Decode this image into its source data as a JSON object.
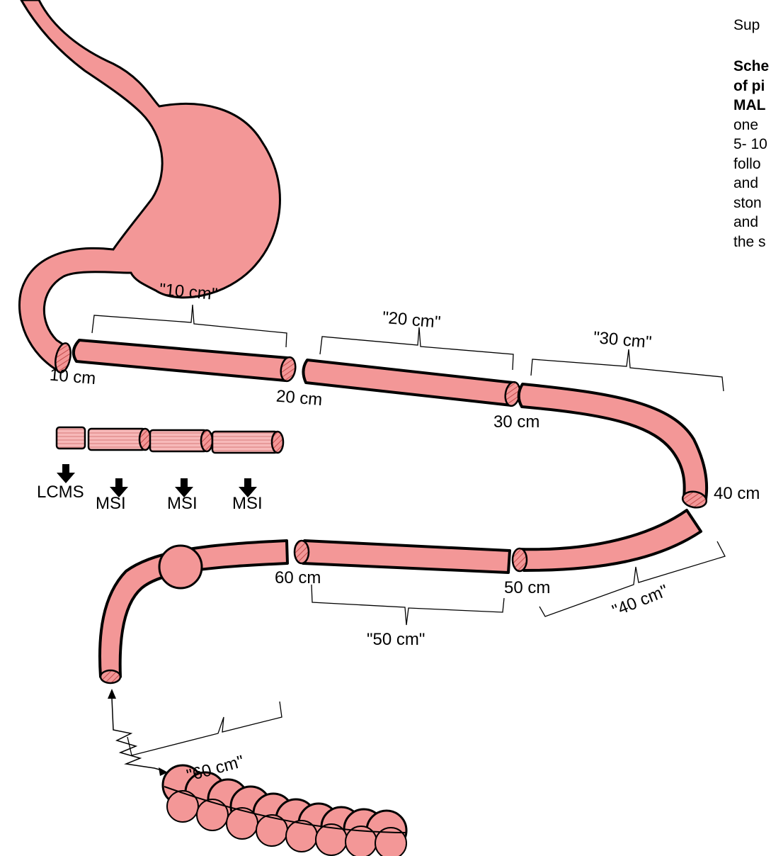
{
  "caption": {
    "heading": "Sup",
    "lines": [
      {
        "text": "Sche",
        "bold": true
      },
      {
        "text": "of pi",
        "bold": true
      },
      {
        "text": "MAL",
        "bold": true
      },
      {
        "text": "one",
        "bold": false
      },
      {
        "text": "5- 10",
        "bold": false
      },
      {
        "text": "follo",
        "bold": false
      },
      {
        "text": "and",
        "bold": false
      },
      {
        "text": "ston",
        "bold": false
      },
      {
        "text": "and",
        "bold": false
      },
      {
        "text": "the s",
        "bold": false
      }
    ]
  },
  "section_labels": [
    "\"10 cm\"",
    "\"20 cm\"",
    "\"30 cm\"",
    "\"40 cm\"",
    "\"50 cm\"",
    "\"60 cm\""
  ],
  "position_labels": [
    "10 cm",
    "20 cm",
    "30 cm",
    "40 cm",
    "50 cm",
    "60 cm"
  ],
  "analysis_labels": [
    "LCMS",
    "MSI",
    "MSI",
    "MSI"
  ],
  "colors": {
    "tissue": "#f39797",
    "outline": "#000000",
    "background": "#ffffff"
  }
}
